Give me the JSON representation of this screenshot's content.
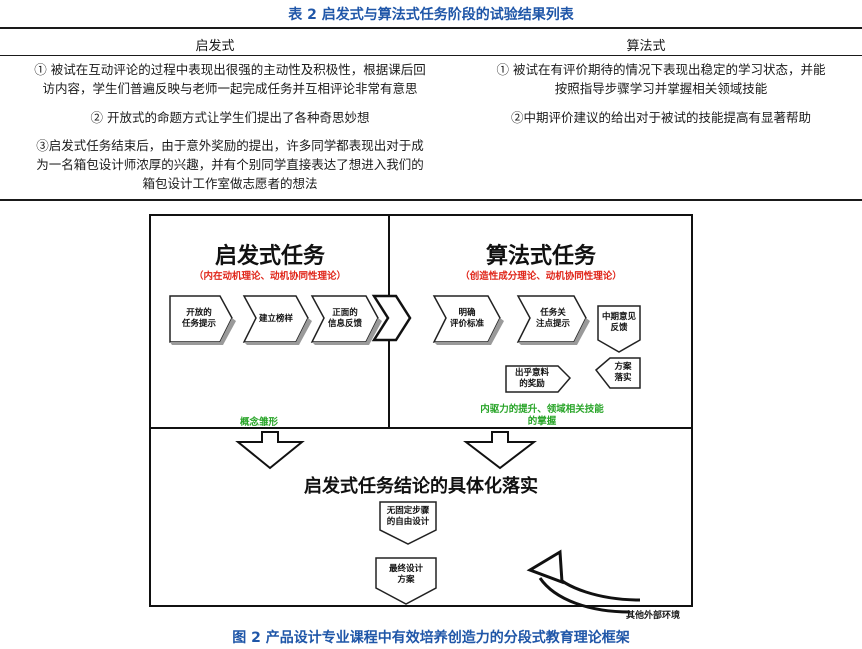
{
  "table": {
    "title": "表 2  启发式与算法式任务阶段的试验结果列表",
    "headers": [
      "启发式",
      "算法式"
    ],
    "heuristic": [
      "① 被试在互动评论的过程中表现出很强的主动性及积极性，根据课后回",
      "访内容，学生们普遍反映与老师一起完成任务并互相评论非常有意思",
      "② 开放式的命题方式让学生们提出了各种奇思妙想",
      "③启发式任务结束后，由于意外奖励的提出，许多同学都表现出对于成",
      "为一名箱包设计师浓厚的兴趣，并有个别同学直接表达了想进入我们的",
      "箱包设计工作室做志愿者的想法"
    ],
    "algorithmic": [
      "① 被试在有评价期待的情况下表现出稳定的学习状态，并能",
      "按照指导步骤学习并掌握相关领域技能",
      "②中期评价建议的给出对于被试的技能提高有显著帮助"
    ]
  },
  "figure": {
    "left_title": "启发式任务",
    "left_subtitle": "（内在动机理论、动机协同性理论）",
    "left_steps": [
      "开放的\n任务提示",
      "建立榜样",
      "正面的\n信息反馈"
    ],
    "right_title": "算法式任务",
    "right_subtitle": "（创造性成分理论、动机协同性理论）",
    "right_steps": [
      "明确\n评价标准",
      "任务关\n注点提示",
      "中期意见\n反馈",
      "方案\n落实",
      "出乎意料\n的奖励"
    ],
    "left_note": "概念雏形",
    "right_note": "内驱力的提升、领域相关技能\n的掌握",
    "bottom_title": "启发式任务结论的具体化落实",
    "bottom_steps": [
      "无固定步骤\n的自由设计",
      "最终设计\n方案"
    ],
    "env_label": "其他外部环境",
    "caption": "图 2  产品设计专业课程中有效培养创造力的分段式教育理论框架",
    "colors": {
      "caption_blue": "#1f56a8",
      "subtitle_red": "#e0261a",
      "note_green": "#2aa52a"
    }
  }
}
